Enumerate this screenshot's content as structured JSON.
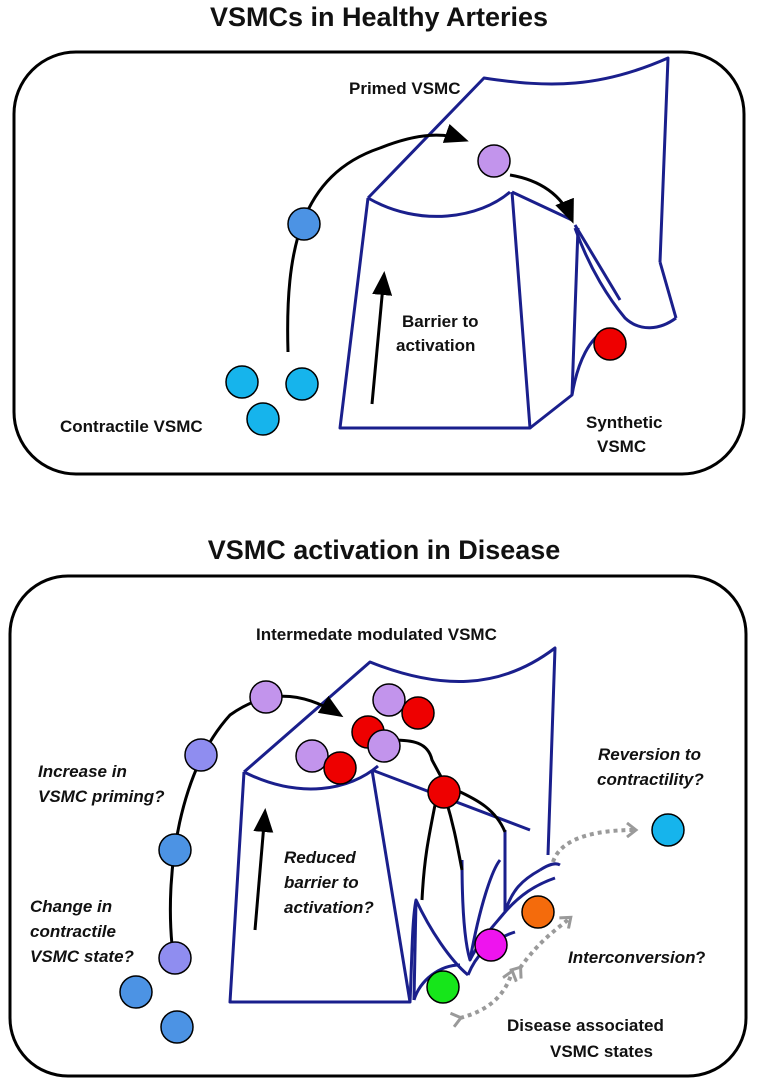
{
  "top_panel": {
    "title": "VSMCs in Healthy Arteries",
    "primed_label": "Primed VSMC",
    "barrier_line1": "Barrier to",
    "barrier_line2": "activation",
    "contractile_label": "Contractile VSMC",
    "synthetic_line1": "Synthetic",
    "synthetic_line2": "VSMC"
  },
  "bottom_panel": {
    "title": "VSMC activation in Disease",
    "intermediate_label": "Intermedate modulated VSMC",
    "priming_line1": "Increase in",
    "priming_line2": "VSMC priming?",
    "change_line1": "Change in",
    "change_line2": "contractile",
    "change_line3": "VSMC state?",
    "reduced_line1": "Reduced",
    "reduced_line2": "barrier to",
    "reduced_line3": "activation?",
    "reversion_line1": "Reversion to",
    "reversion_line2": "contractility?",
    "interconversion_label": "Interconversion",
    "interconversion_mark": "?",
    "disease_line1": "Disease associated",
    "disease_line2": "VSMC states"
  },
  "colors": {
    "surface": "#1a1f8c",
    "cyan_cell": "#16b4ec",
    "blue_cell": "#4c93e4",
    "purple_cell": "#8f8df0",
    "lilac_cell": "#c294ec",
    "red_cell": "#ee0000",
    "orange_cell": "#f46b0c",
    "magenta_cell": "#ee14ee",
    "green_cell": "#16e61a",
    "dotted_arrow": "#9a9a9a"
  }
}
